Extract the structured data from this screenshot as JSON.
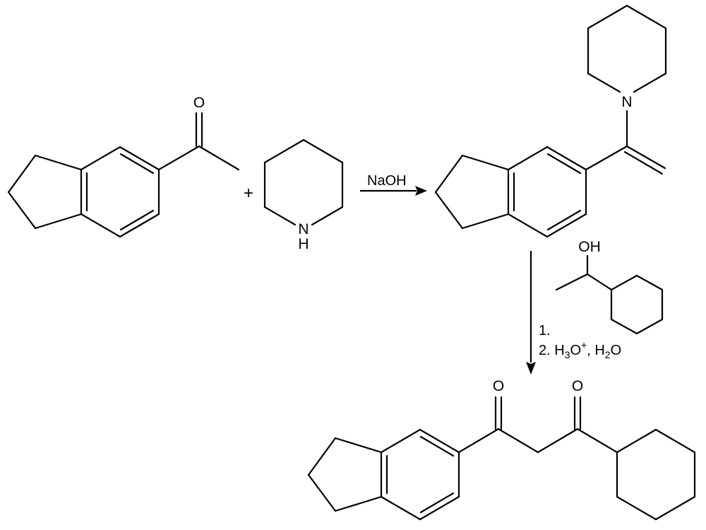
{
  "reagents": {
    "plus": "+",
    "base": "NaOH",
    "step1": "1.",
    "step2_prefix": "2. H",
    "step2_sub": "3",
    "step2_O": "O",
    "step2_sup": "+",
    "step2_sep": ", H",
    "step2_sub2": "2",
    "step2_O2": "O"
  },
  "atoms": {
    "oxygen": "O",
    "nitrogen": "N",
    "hydrogen": "H",
    "hydroxyl": "OH"
  },
  "colors": {
    "ink": "#000000",
    "background": "#ffffff"
  }
}
